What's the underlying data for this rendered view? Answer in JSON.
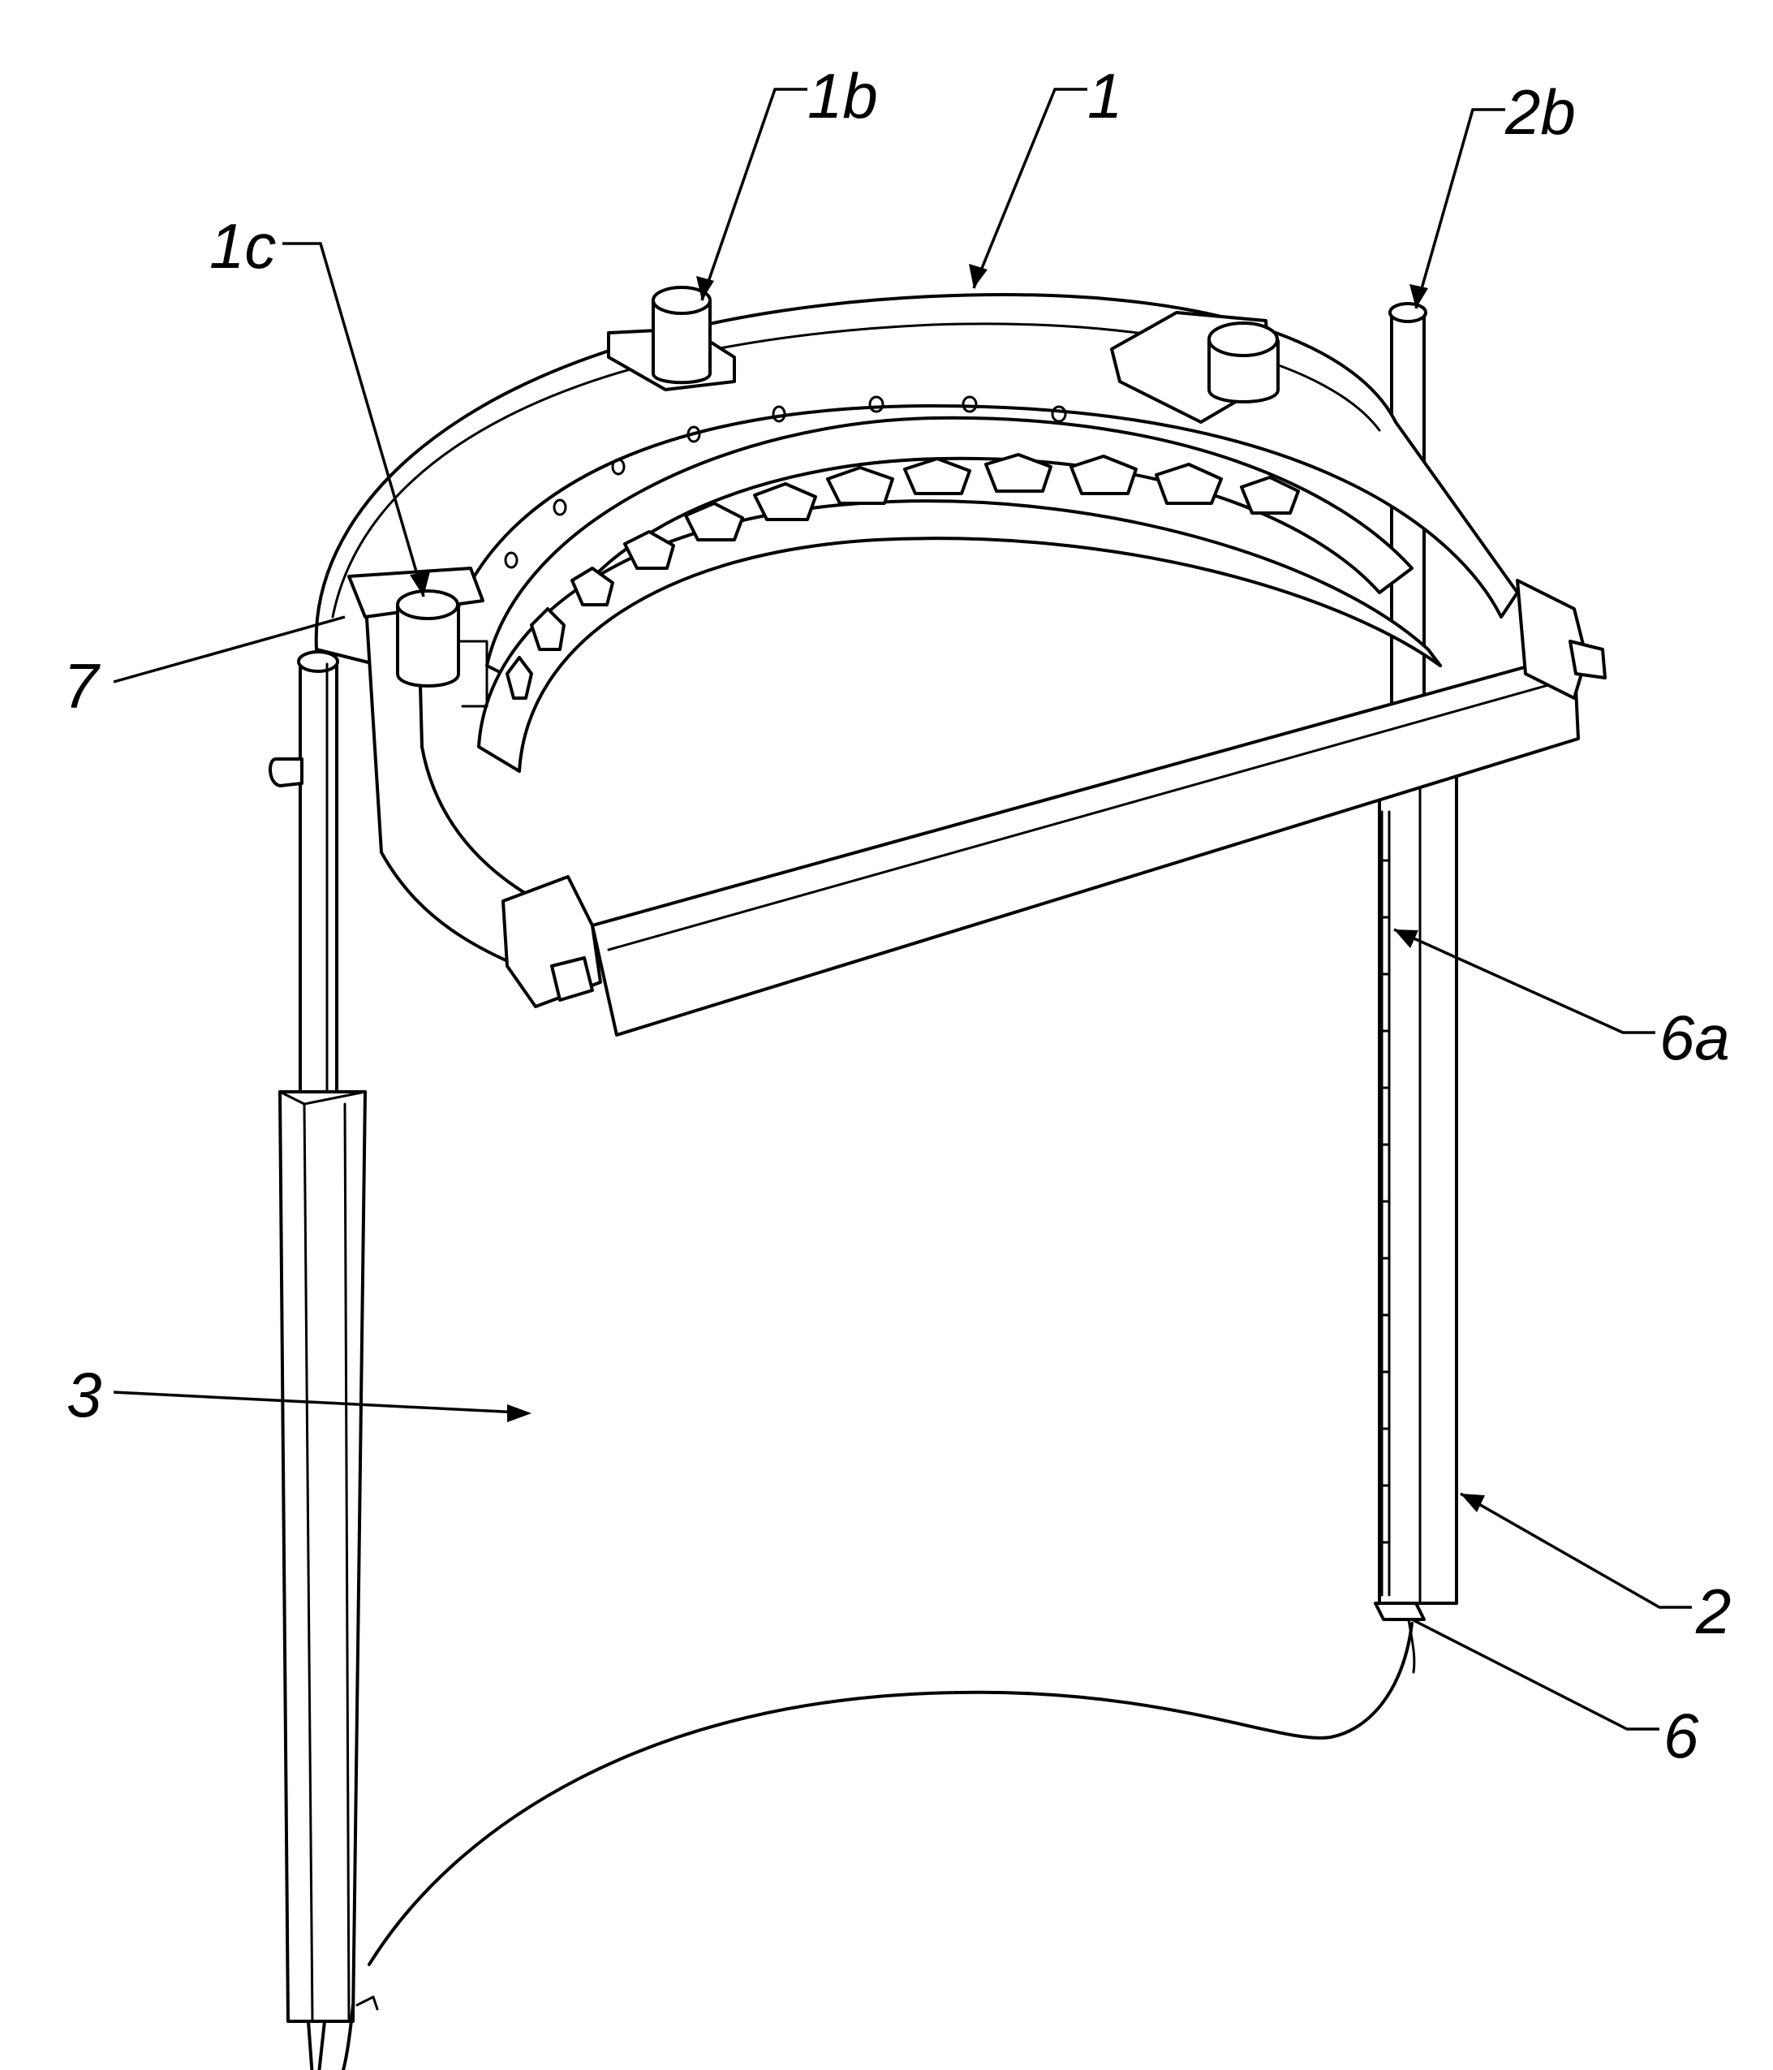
{
  "figure": {
    "labels": [
      {
        "id": "1b",
        "text": "1b"
      },
      {
        "id": "1",
        "text": "1"
      },
      {
        "id": "2b",
        "text": "2b"
      },
      {
        "id": "1c",
        "text": "1c"
      },
      {
        "id": "7",
        "text": "7"
      },
      {
        "id": "6a",
        "text": "6a"
      },
      {
        "id": "3",
        "text": "3"
      },
      {
        "id": "2",
        "text": "2"
      },
      {
        "id": "6",
        "text": "6"
      }
    ]
  },
  "icons": {
    "headband": "headband-frame-drawing",
    "visor": "face-shield-visor-drawing",
    "left_rod": "left-telescopic-rod-drawing",
    "right_rod": "right-telescopic-rod-drawing"
  },
  "colors": {
    "ink": "#000000",
    "paper": "#ffffff"
  }
}
